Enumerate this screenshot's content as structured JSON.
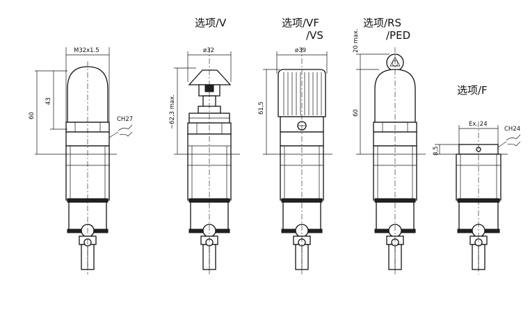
{
  "options": {
    "v": "选项/V",
    "vf_line1": "选项/VF",
    "vf_line2": "/VS",
    "rs_line1": "选项/RS",
    "rs_line2": "/PED",
    "f": "选项/F"
  },
  "dimensions": {
    "thread": "M32x1.5",
    "height_43": "43",
    "height_60_a": "60",
    "wrench_27": "CH27",
    "dia_32": "ø32",
    "height_62_3": "~62,3 max.",
    "dia_39": "ø39",
    "height_61_5": "61,5",
    "height_20": "20 max.",
    "height_60_b": "60",
    "ex_24": "Ex. 24",
    "height_8_5": "8,5",
    "wrench_24": "CH24"
  }
}
